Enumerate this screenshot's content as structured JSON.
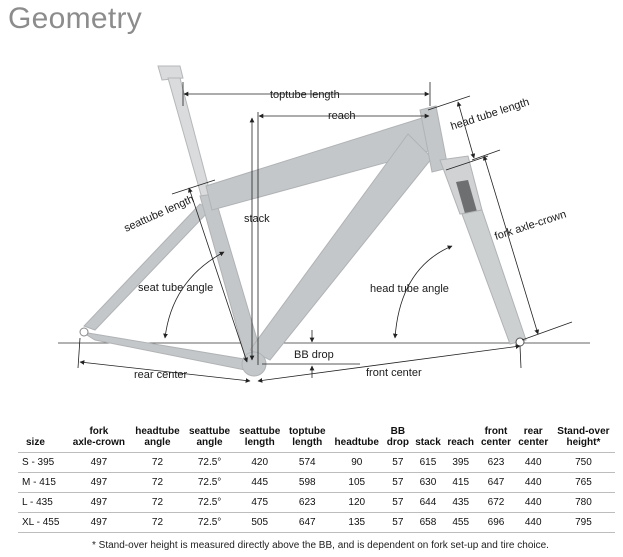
{
  "title": "Geometry",
  "diagram_labels": {
    "toptube_length": "toptube length",
    "reach": "reach",
    "head_tube_length": "head tube length",
    "seattube_length": "seattube length",
    "stack": "stack",
    "fork_axle_crown": "fork axle-crown",
    "seat_tube_angle": "seat tube angle",
    "head_tube_angle": "head tube angle",
    "bb_drop": "BB drop",
    "rear_center": "rear center",
    "front_center": "front center"
  },
  "colors": {
    "frame": "#c4c7c9",
    "frame_stroke": "#b0b3b5",
    "dim_line": "#222222",
    "title": "#8c8c8c"
  },
  "table": {
    "headers": [
      "size",
      "fork\naxle-crown",
      "headtube\nangle",
      "seattube\nangle",
      "seattube\nlength",
      "toptube\nlength",
      "headtube",
      "BB\ndrop",
      "stack",
      "reach",
      "front\ncenter",
      "rear\ncenter",
      "Stand-over\nheight*"
    ],
    "rows": [
      [
        "S - 395",
        "497",
        "72",
        "72.5°",
        "420",
        "574",
        "90",
        "57",
        "615",
        "395",
        "623",
        "440",
        "750"
      ],
      [
        "M - 415",
        "497",
        "72",
        "72.5°",
        "445",
        "598",
        "105",
        "57",
        "630",
        "415",
        "647",
        "440",
        "765"
      ],
      [
        "L - 435",
        "497",
        "72",
        "72.5°",
        "475",
        "623",
        "120",
        "57",
        "644",
        "435",
        "672",
        "440",
        "780"
      ],
      [
        "XL - 455",
        "497",
        "72",
        "72.5°",
        "505",
        "647",
        "135",
        "57",
        "658",
        "455",
        "696",
        "440",
        "795"
      ]
    ]
  },
  "footnote": "* Stand-over height is measured directly above the BB, and is dependent on fork set-up and tire choice."
}
